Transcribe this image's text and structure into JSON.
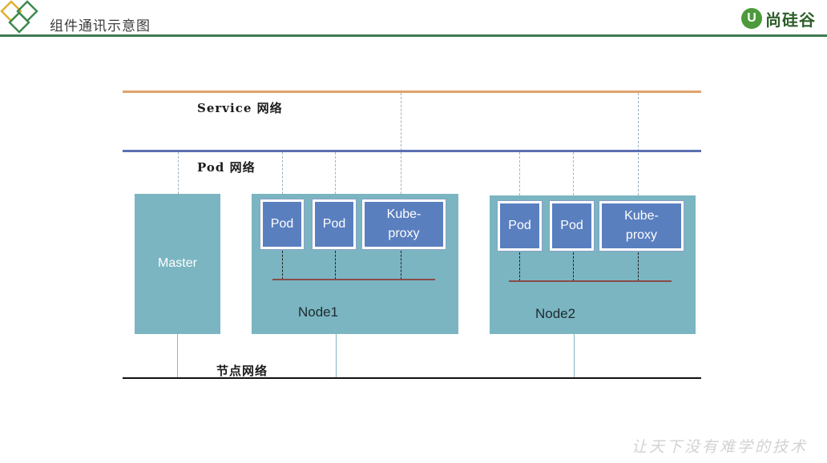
{
  "header": {
    "title": "组件通讯示意图",
    "brand": "尚硅谷",
    "brand_mark": "U",
    "accent_color": "#3f7a52"
  },
  "networks": {
    "service": "Service 网络",
    "pod": "Pod 网络",
    "node": "节点网络"
  },
  "master": {
    "label": "Master"
  },
  "node1": {
    "label": "Node1",
    "components": [
      "Pod",
      "Pod",
      "Kube-\nproxy"
    ]
  },
  "node2": {
    "label": "Node2",
    "components": [
      "Pod",
      "Pod",
      "Kube-\nproxy"
    ]
  },
  "footer": {
    "slogan": "让天下没有难学的技术"
  },
  "colors": {
    "service_line": "#e0a26b",
    "pod_line": "#5b6fb2",
    "node_line": "#111111",
    "box": "#7ab5c1",
    "component": "#5a7fbf"
  }
}
